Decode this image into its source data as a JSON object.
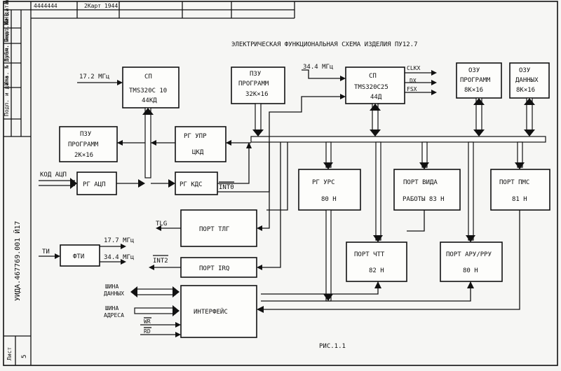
{
  "sheet": {
    "title": "ЭЛЕКТРИЧЕСКАЯ ФУНКЦИОНАЛЬНАЯ СХЕМА ИЗДЕЛИЯ ПУ12.7",
    "figure_caption": "РИС.1.1",
    "document_code": "УИДА.467769.001 Й17",
    "sheet_label": "Лист",
    "sheet_number": "5",
    "top_stamp": [
      "4444444",
      "2Карт 1944"
    ],
    "side_labels": [
      "Инв. № подл.",
      "Подп. и дата",
      "Взам. инв. №",
      "Инв. № дубл.",
      "Подп. и дата"
    ]
  },
  "blocks": {
    "cpu1": {
      "name": "СП",
      "model": "TMS320C 10",
      "note": "44КД"
    },
    "rom_prog32": {
      "line1": "ПЗУ",
      "line2": "ПРОГРАММ",
      "line3": "32К×16"
    },
    "cpu2": {
      "name": "СП",
      "model": "TMS320C25",
      "note": "44Д"
    },
    "ram_prog": {
      "line1": "ОЗУ",
      "line2": "ПРОГРАММ",
      "line3": "8К×16"
    },
    "ram_data": {
      "line1": "ОЗУ",
      "line2": "ДАННЫХ",
      "line3": "8К×16"
    },
    "rom_prog2": {
      "line1": "ПЗУ",
      "line2": "ПРОГРАММ",
      "line3": "2К×16"
    },
    "rg_upr": {
      "line1": "РГ УПР",
      "line2": "ЦКД"
    },
    "rg_adc": {
      "label": "РГ АЦП"
    },
    "rg_kds": {
      "label": "РГ КДС"
    },
    "rg_urs": {
      "line1": "РГ УРС",
      "line2": "80 Н"
    },
    "port_mode": {
      "line1": "ПОРТ ВИДА",
      "line2": "РАБОТЫ 83 Н"
    },
    "port_81": {
      "line1": "ПОРТ ПМС",
      "line2": "81 Н"
    },
    "port_tlg": {
      "label": "ПОРТ ТЛГ"
    },
    "port_irq": {
      "label": "ПОРТ IRQ"
    },
    "port_chtt": {
      "line1": "ПОРТ ЧТТ",
      "line2": "82 Н"
    },
    "port_aru": {
      "line1": "ПОРТ АРУ/РРУ",
      "line2": "80 Н"
    },
    "fti": {
      "label": "ФТИ"
    },
    "interface": {
      "label": "ИНТЕРФЕЙС"
    }
  },
  "signals": {
    "freq_cpu1": "17.2 МГц",
    "freq_cpu2": "34.4 МГц",
    "clkx": "CLKX",
    "dx": "DX",
    "fsx": "FSX",
    "kod_adc": "КОД АЦП",
    "int0": "INT0",
    "tlg": "TLG",
    "ti": "ТИ",
    "freq_fti1": "17.7 МГц",
    "freq_fti2": "34.4 МГц",
    "int2": "INT2",
    "data_bus1": "ШИНА",
    "data_bus2": "ДАННЫХ",
    "addr_bus1": "ШИНА",
    "addr_bus2": "АДРЕСА",
    "wr": "WR",
    "rd": "RD"
  }
}
